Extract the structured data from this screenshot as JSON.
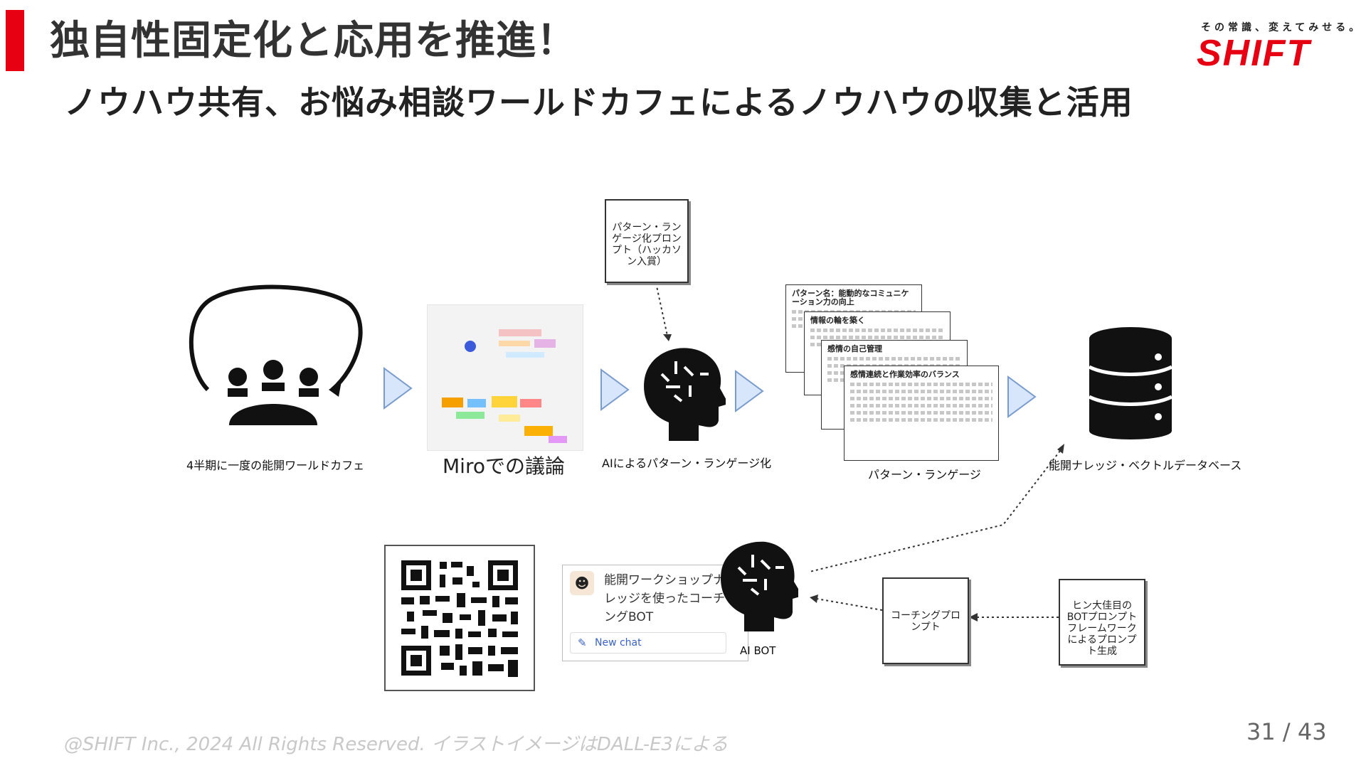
{
  "slide": {
    "title": "独自性固定化と応用を推進！",
    "subtitle": "ノウハウ共有、お悩み相談ワールドカフェによるノウハウの収集と活用",
    "brand": {
      "tagline": "その常識、変えてみせる。",
      "logo_text": "SHIFT",
      "accent_color": "#e60012"
    },
    "footer": {
      "copyright": "@SHIFT Inc., 2024 All Rights Reserved. イラストイメージはDALL-E3による",
      "page_indicator": "31 / 43"
    }
  },
  "diagram": {
    "world_cafe_caption": "4半期に一度の能開ワールドカフェ",
    "miro_caption": "Miroでの議論",
    "prompt_box": "パターン・ランゲージ化プロンプト（ハッカソン入賞）",
    "ai_pattern_caption": "AIによるパターン・ランゲージ化",
    "pattern_docs": [
      "パターン名：能動的なコミュニケーション力の向上",
      "情報の輪を築く",
      "感情の自己管理",
      "感情連続と作業効率のバランス"
    ],
    "pattern_caption": "パターン・ランゲージ",
    "database_caption": "能開ナレッジ・ベクトルデータベース",
    "chat_title": "能開ワークショップナレッジを使ったコーチングBOT",
    "new_chat_label": "New chat",
    "ai_bot_caption": "AI BOT",
    "coaching_prompt_box": "コーチングプロンプト",
    "framework_box": "ヒン大佳目のBOTプロンプトフレームワークによるプロンプト生成"
  }
}
